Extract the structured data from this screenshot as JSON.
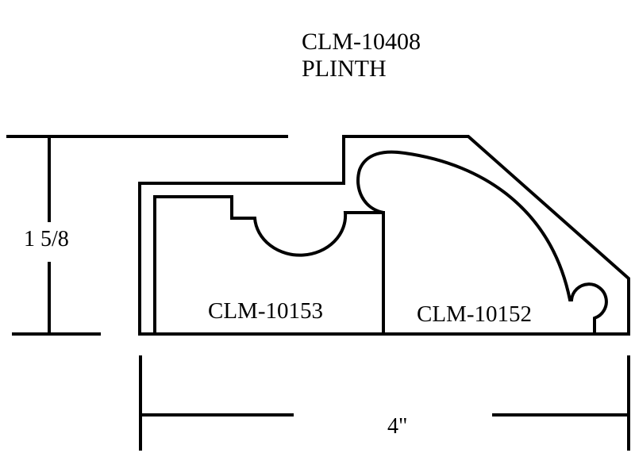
{
  "title": {
    "part_number": "CLM-10408",
    "name": "PLINTH"
  },
  "components": [
    {
      "label": "CLM-10153"
    },
    {
      "label": "CLM-10152"
    }
  ],
  "dimensions": {
    "height": "1 5/8",
    "width": "4\""
  }
}
